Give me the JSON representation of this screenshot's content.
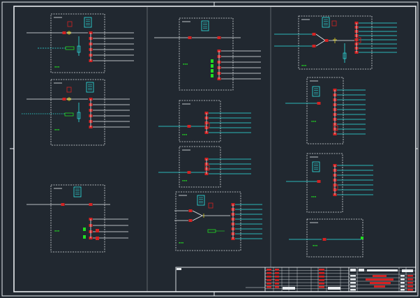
{
  "colors": {
    "background": "#212830",
    "frame": "#e8ecef",
    "bus": "#e8ecef",
    "feeder_line": "#30e6e6",
    "breaker": "#d42222",
    "device_green": "#22dd22",
    "meter_yellow": "#e0d020",
    "enclosure_dash": "#d8dcdf",
    "title_red": "#d42222"
  },
  "legend_icons": [
    "cabinet-meter-icon",
    "breaker-icon",
    "transformer-icon",
    "ground-icon"
  ],
  "annotations": [
    {
      "id": "ann-c1-a",
      "text": "▪▪▪"
    },
    {
      "id": "ann-c1-b",
      "text": "▪▪▪"
    },
    {
      "id": "ann-c1-c",
      "text": "▪▪▪"
    },
    {
      "id": "ann-c2-a",
      "text": "▪▪▪"
    },
    {
      "id": "ann-c2-b",
      "text": "▪▪▪"
    },
    {
      "id": "ann-c2-c",
      "text": "▪▪▪"
    },
    {
      "id": "ann-c2-d",
      "text": "▪▪▪"
    },
    {
      "id": "ann-c3-a",
      "text": "▪▪▪"
    },
    {
      "id": "ann-c3-b",
      "text": "▪▪▪"
    },
    {
      "id": "ann-c3-c",
      "text": "▪▪▪"
    },
    {
      "id": "ann-c3-d",
      "text": "▪▪▪"
    }
  ]
}
